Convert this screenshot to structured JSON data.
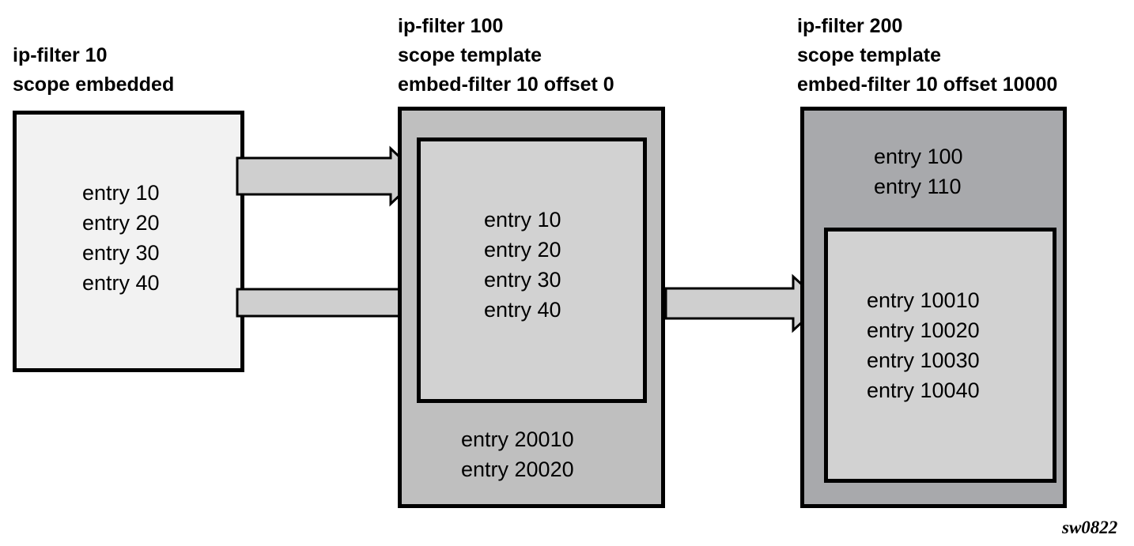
{
  "diagram": {
    "figure_id": "sw0822",
    "colors": {
      "embedded_filter_fill": "#f2f2f2",
      "template_100_outer_fill": "#bfbfbf",
      "template_200_outer_fill": "#a8a9ac",
      "inner_embedded_fill": "#d2d2d2",
      "arrow_fill": "#cfcfcf",
      "outline": "#000000"
    },
    "nodes": [
      {
        "id": "ip-filter-10",
        "caption_lines": [
          "ip-filter 10",
          "scope embedded"
        ],
        "entries": [
          "entry 10",
          "entry 20",
          "entry 30",
          "entry 40"
        ]
      },
      {
        "id": "ip-filter-100",
        "caption_lines": [
          "ip-filter 100",
          "scope template",
          "embed-filter 10 offset 0"
        ],
        "inner_entries": [
          "entry 10",
          "entry 20",
          "entry 30",
          "entry 40"
        ],
        "outer_entries": [
          "entry 20010",
          "entry 20020"
        ]
      },
      {
        "id": "ip-filter-200",
        "caption_lines": [
          "ip-filter 200",
          "scope template",
          "embed-filter 10 offset 10000"
        ],
        "outer_entries": [
          "entry 100",
          "entry 110"
        ],
        "inner_entries": [
          "entry 10010",
          "entry 10020",
          "entry 10030",
          "entry 10040"
        ]
      }
    ],
    "connectors": [
      {
        "id": "embed-into-100",
        "kind": "arrow"
      },
      {
        "id": "embed-band-100",
        "kind": "band"
      },
      {
        "id": "embed-into-200",
        "kind": "arrow"
      }
    ]
  }
}
